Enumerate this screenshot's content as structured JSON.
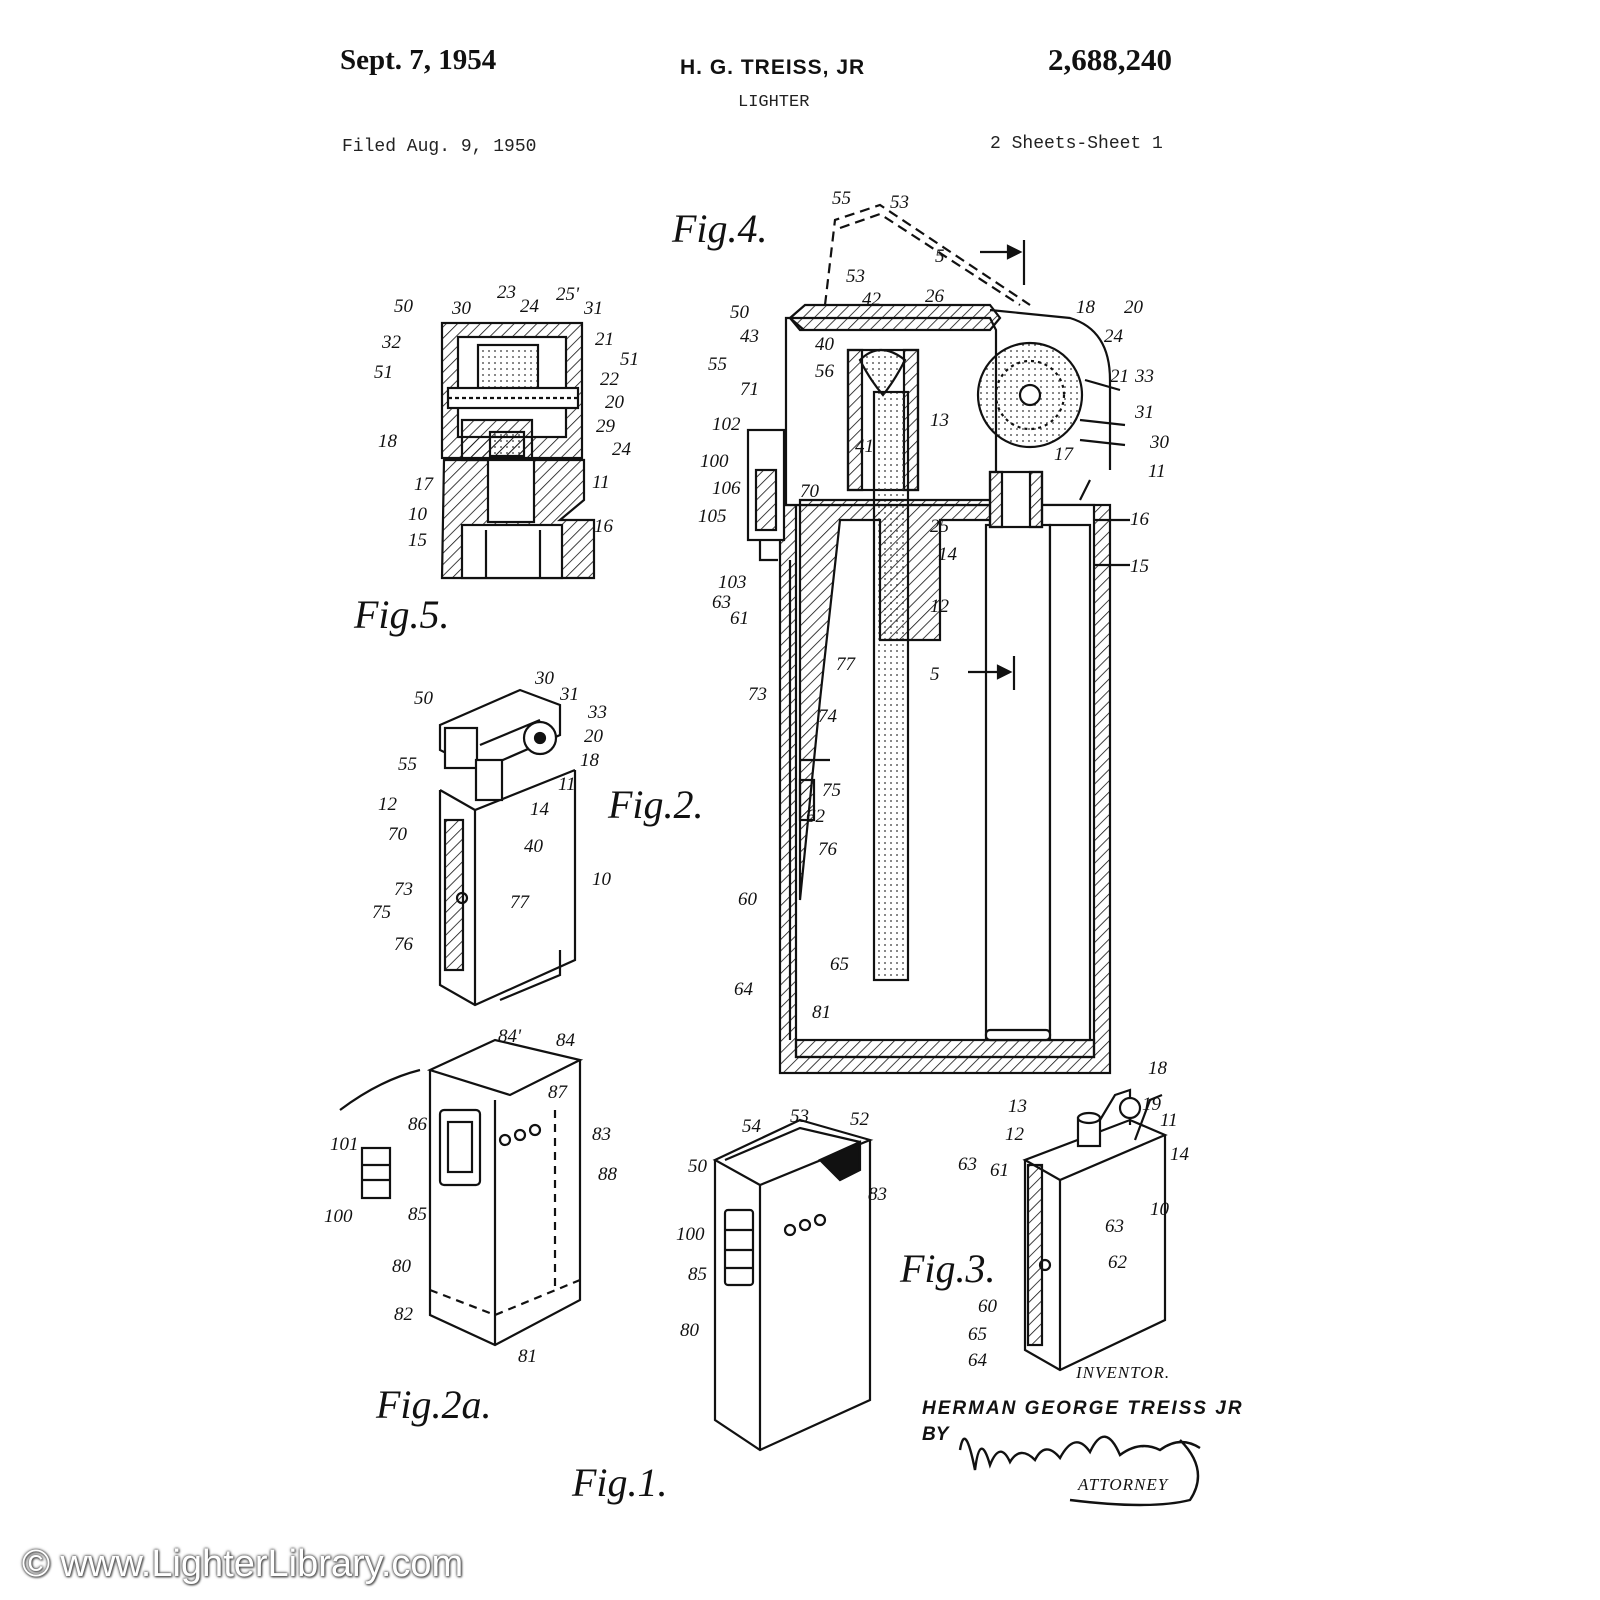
{
  "header": {
    "date": "Sept. 7, 1954",
    "inventor_short": "H. G. TREISS, JR",
    "patent_number": "2,688,240",
    "title": "LIGHTER",
    "filed": "Filed Aug. 9, 1950",
    "sheets": "2 Sheets-Sheet 1"
  },
  "figures": {
    "fig4": "Fig.4.",
    "fig5": "Fig.5.",
    "fig2": "Fig.2.",
    "fig2a": "Fig.2a.",
    "fig1": "Fig.1.",
    "fig3": "Fig.3."
  },
  "signature": {
    "inventor_label": "INVENTOR.",
    "inventor_name": "HERMAN GEORGE TREISS JR",
    "by": "BY",
    "attorney_label": "ATTORNEY"
  },
  "watermark": "© www.LighterLibrary.com"
}
